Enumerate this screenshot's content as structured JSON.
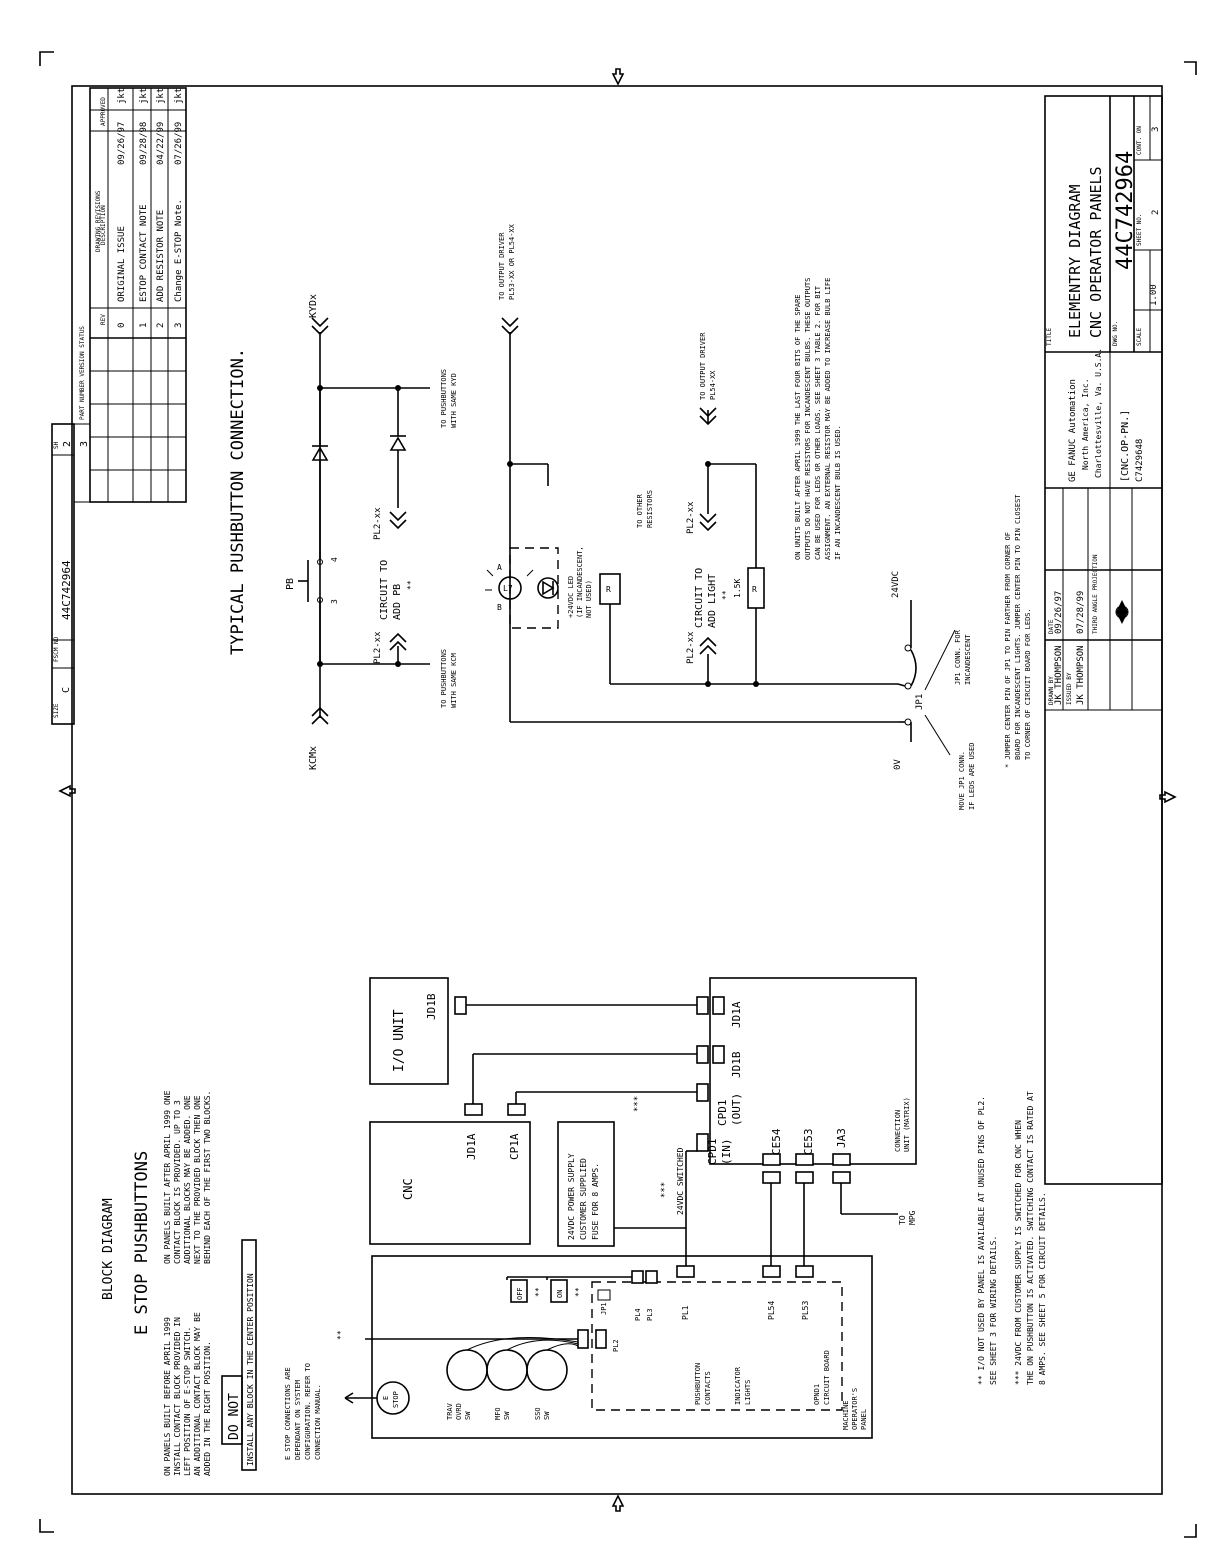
{
  "drawing": {
    "top_note": "TYPICAL PUSHBUTTON CONNECTION.",
    "block_title": "BLOCK DIAGRAM",
    "estop_title": "E STOP PUSHBUTTONS"
  },
  "title_block": {
    "title_line1": "ELEMENTRY DIAGRAM",
    "title_line2": "CNC OPERATOR PANELS",
    "company": "GE FANUC Automation",
    "company_line2": "North America, Inc.",
    "company_line3": "Charlottesville, Va. U.S.A.",
    "dwg_no": "44C742964",
    "sheet_no": "2",
    "cont_on_sheet": "3",
    "scale": "1.00",
    "file_name": "[CNC.OP-PN.]",
    "file_no": "C7429648",
    "drawn_by": "JK THOMPSON",
    "drawn_date": "09/26/97",
    "issued_by": "JK THOMPSON",
    "issued_date": "07/28/99",
    "size": "C",
    "small_dwg_no": "44C742964",
    "sh_list": [
      "2",
      "3"
    ],
    "labels": {
      "drawn": "DRAWN BY",
      "issued": "ISSUED BY",
      "date": "DATE",
      "title": "TITLE",
      "dwg": "DWG NO.",
      "scale": "SCALE",
      "sheet": "SHEET NO.",
      "cont": "CONT. ON",
      "size": "SIZE",
      "fsn": "FSCM NO",
      "sh": "SH",
      "rev": "REV",
      "ver": "PART NUMBER VERSION STATUS",
      "projection": "THIRD ANGLE PROJECTION",
      "revisions": "DRAWING REVISIONS",
      "desc": "DESCRIPTION",
      "approved": "APPROVED"
    }
  },
  "revisions": [
    {
      "rev": "0",
      "desc": "ORIGINAL ISSUE",
      "date": "09/26/97",
      "by": "jkt"
    },
    {
      "rev": "1",
      "desc": "ESTOP CONTACT NOTE",
      "date": "09/28/98",
      "by": "jkt"
    },
    {
      "rev": "2",
      "desc": "ADD RESISTOR NOTE",
      "date": "04/22/99",
      "by": "jkt"
    },
    {
      "rev": "3",
      "desc": "Change E-STOP Note.",
      "date": "07/26/99",
      "by": "jkt"
    }
  ],
  "schematic": {
    "kcmx": "KCMx",
    "kydx": "KYDx",
    "pb": "PB",
    "pin3": "3",
    "pin4": "4",
    "pl2_a": "PL2-xx",
    "pl2_b": "PL2-xx",
    "pl2_c": "PL2-xx",
    "pl2_d": "PL2-xx",
    "circuit_pb_1": "CIRCUIT TO",
    "circuit_pb_2": "ADD PB",
    "circuit_light_1": "CIRCUIT TO",
    "circuit_light_2": "ADD LIGHT",
    "stars": "**",
    "kcm_note_1": "TO PUSHBUTTONS",
    "kcm_note_2": "WITH SAME KCM",
    "kyd_note_1": "TO PUSHBUTTONS",
    "kyd_note_2": "WITH SAME KYD",
    "driver1_1": "TO OUTPUT DRIVER",
    "driver1_2": "PL53-XX OR PL54-XX",
    "driver2_1": "TO OUTPUT DRIVER",
    "driver2_2": "PL54-XX",
    "other_res_1": "TO OTHER",
    "other_res_2": "RESISTORS",
    "lamp": "L7",
    "lamp_a": "A",
    "lamp_b": "B",
    "led_note_1": "+24VDC LED",
    "led_note_2": "(IF INCANDESCENT,",
    "led_note_3": "NOT USED)",
    "r_box": "R",
    "r_res": "R",
    "res_val": "1.5K",
    "v24": "24VDC",
    "v0": "0V",
    "jp1": "JP1",
    "jp1_inc_1": "JP1 CONN. FOR",
    "jp1_inc_2": "INCANDESCENT",
    "move_jp1_1": "MOVE JP1 CONN.",
    "move_jp1_2": "IF LEDS ARE USED",
    "note_res_1": "ON UNITS BUILT AFTER APRIL 1999 THE LAST FOUR BITS OF THE SPARE",
    "note_res_2": "OUTPUTS DO NOT HAVE RESISTORS FOR INCANDESCENT BULBS. THESE OUTPUTS",
    "note_res_3": "CAN BE USED FOR LEDS OR OTHER LOADS. SEE SHEET 3 TABLE 2. FOR BIT",
    "note_res_4": "ASSIGNMENT.  AN EXTERNAL RESISTOR MAY BE ADDED TO INCREASE BULB LIFE",
    "note_res_5": "IF AN INCANDESCENT BULB IS USED.",
    "jumper_note_1": "*  JUMPER CENTER PIN OF JP1 TO PIN FARTHER FROM CORNER OF",
    "jumper_note_2": "BOARD FOR INCANDESCENT LIGHTS.  JUMPER CENTER PIN TO PIN CLOSEST",
    "jumper_note_3": "TO CORNER OF CIRCUIT BOARD FOR LEDS."
  },
  "block": {
    "io_unit": "I/O UNIT",
    "jd1b_io": "JD1B",
    "cnc": "CNC",
    "jd1a_cnc": "JD1A",
    "cp1a": "CP1A",
    "jd1a_cu": "JD1A",
    "jd1b_cu": "JD1B",
    "cpd1_out_1": "CPD1",
    "cpd1_out_2": "(OUT)",
    "cpd1_in_1": "CPD1",
    "cpd1_in_2": "(IN)",
    "ce54": "CE54",
    "ce53": "CE53",
    "ja3": "JA3",
    "conn_unit_1": "CONNECTION",
    "conn_unit_2": "UNIT (MATRIX)",
    "to_mpg_1": "TO",
    "to_mpg_2": "MPG",
    "supply_1": "24VDC POWER SUPPLY",
    "supply_2": "CUSTOMER SUPPLIED",
    "supply_3": "FUSE FOR 8 AMPS.",
    "switched": "24VDC SWITCHED",
    "stars3": "***",
    "stars2": "**",
    "off": "OFF",
    "on": "ON",
    "pl1": "PL1",
    "pl2": "PL2",
    "pl3": "PL3",
    "pl4": "PL4",
    "pl54": "PL54",
    "pl53": "PL53",
    "jp1": "JP1",
    "estop_1": "E",
    "estop_2": "STOP",
    "trav_1": "TRAV",
    "trav_2": "OVRD",
    "trav_3": "SW",
    "mfo_1": "MFO",
    "mfo_2": "SW",
    "sso_1": "SSO",
    "sso_2": "SW",
    "pb_contacts_1": "PUSHBUTTON",
    "pb_contacts_2": "CONTACTS",
    "ind_lights_1": "INDICATOR",
    "ind_lights_2": "LIGHTS",
    "opnd_1": "OPND1",
    "opnd_2": "CIRCUIT BOARD",
    "mop_1": "MACHINE",
    "mop_2": "OPERATOR'S",
    "mop_3": "PANEL"
  },
  "notes": {
    "before_1": "ON PANELS BUILT BEFORE APRIL 1999",
    "before_2": "INSTALL CONTACT BLOCK PROVIDED IN",
    "before_3": "LEFT POSITION OF E-STOP SWITCH.",
    "before_4": "AN ADDITIONAL CONTACT BLOCK MAY BE",
    "before_5": "ADDED IN THE RIGHT POSITION.",
    "after_1": "ON PANELS BUILT AFTER APRIL 1999 ONE",
    "after_2": "CONTACT BLOCK IS PROVIDED. UP TO 3",
    "after_3": "ADDITIONAL BLOCKS MAY BE ADDED. ONE",
    "after_4": "NEXT TO THE PROVIDED BLOCK THEN ONE",
    "after_5": "BEHIND EACH OF THE FIRST TWO BLOCKS.",
    "do_not": "DO NOT",
    "install_any": "INSTALL ANY BLOCK IN THE CENTER POSITION",
    "estop_conn_1": "E STOP CONNECTIONS ARE",
    "estop_conn_2": "DEPENDANT ON SYSTEM",
    "estop_conn_3": "CONFIGURATION.  REFER TO",
    "estop_conn_4": "CONNECTION MANUAL.",
    "star2": "**",
    "foot1_1": "**  I/O NOT USED BY PANEL IS AVAILABLE AT UNUSED PINS OF PL2.",
    "foot1_2": "SEE SHEET 3 FOR WIRING DETAILS.",
    "foot2_1": "***  24VDC FROM CUSTOMER SUPPLY IS SWITCHED FOR CNC WHEN",
    "foot2_2": "THE ON PUSHBUTTON IS ACTIVATED.  SWITCHING CONTACT IS RATED AT",
    "foot2_3": "8 AMPS.  SEE SHEET 5 FOR CIRCUIT DETAILS."
  },
  "colors": {
    "ink": "#000000",
    "paper": "#ffffff"
  }
}
